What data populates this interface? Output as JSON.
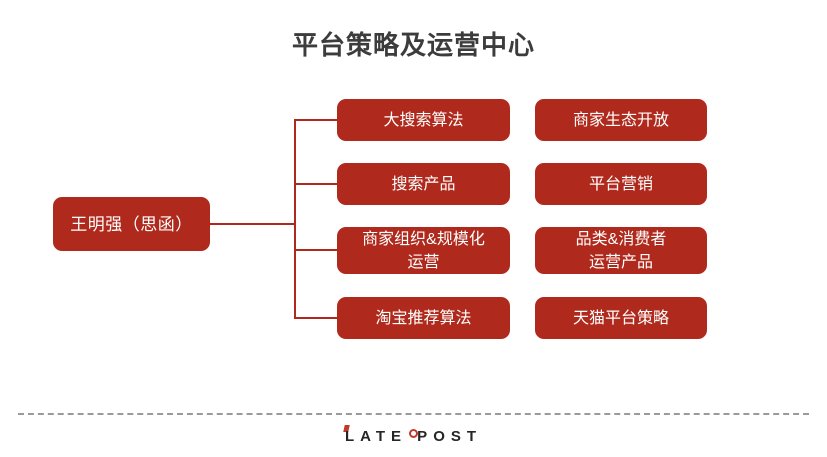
{
  "title": "平台策略及运营中心",
  "root": {
    "label": "王明强（思函）"
  },
  "columns": {
    "a": [
      {
        "label": "大搜索算法"
      },
      {
        "label": "搜索产品"
      },
      {
        "label": "商家组织&规模化\n运营"
      },
      {
        "label": "淘宝推荐算法"
      }
    ],
    "b": [
      {
        "label": "商家生态开放"
      },
      {
        "label": "平台营销"
      },
      {
        "label": "品类&消费者\n运营产品"
      },
      {
        "label": "天猫平台策略"
      }
    ]
  },
  "footer": {
    "logo": "LATE POST"
  },
  "colors": {
    "node_fill": "#af2a1c",
    "node_text": "#ffffff",
    "connector": "#af2a1c",
    "title_text": "#3c3c3c",
    "footer_rule": "#9a9a9a",
    "footer_logo": "#262626",
    "logo_accent": "#c0392b",
    "background": "#ffffff"
  }
}
